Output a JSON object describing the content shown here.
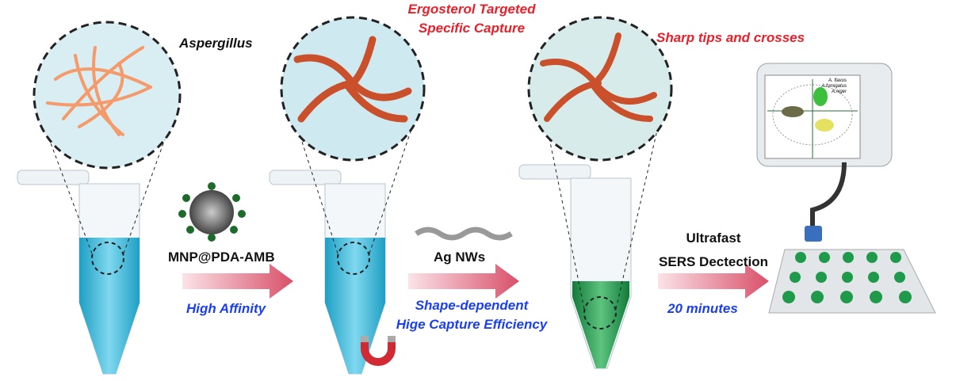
{
  "labels": {
    "aspergillus": "Aspergillus",
    "ergosterol_line1": "Ergosterol  Targeted",
    "ergosterol_line2": "Specific Capture",
    "sharp_tips": "Sharp tips and crosses",
    "mnp": "MNP@PDA-AMB",
    "high_affinity": "High Affinity",
    "ag_nws": "Ag NWs",
    "shape_dep_line1": "Shape-dependent",
    "shape_dep_line2": "Hige Capture Efficiency",
    "ultrafast": "Ultrafast",
    "sers": "SERS Dectection",
    "minutes": "20 minutes"
  },
  "device_legend": [
    "A. flavus",
    "A.fumigatus",
    "A.niger"
  ],
  "colors": {
    "title_red": "#e8202a",
    "blue": "#1a3ff0",
    "arrow": "#d9506a",
    "liquid_blue": "#2fb6d6",
    "liquid_green": "#1f9a4a"
  }
}
